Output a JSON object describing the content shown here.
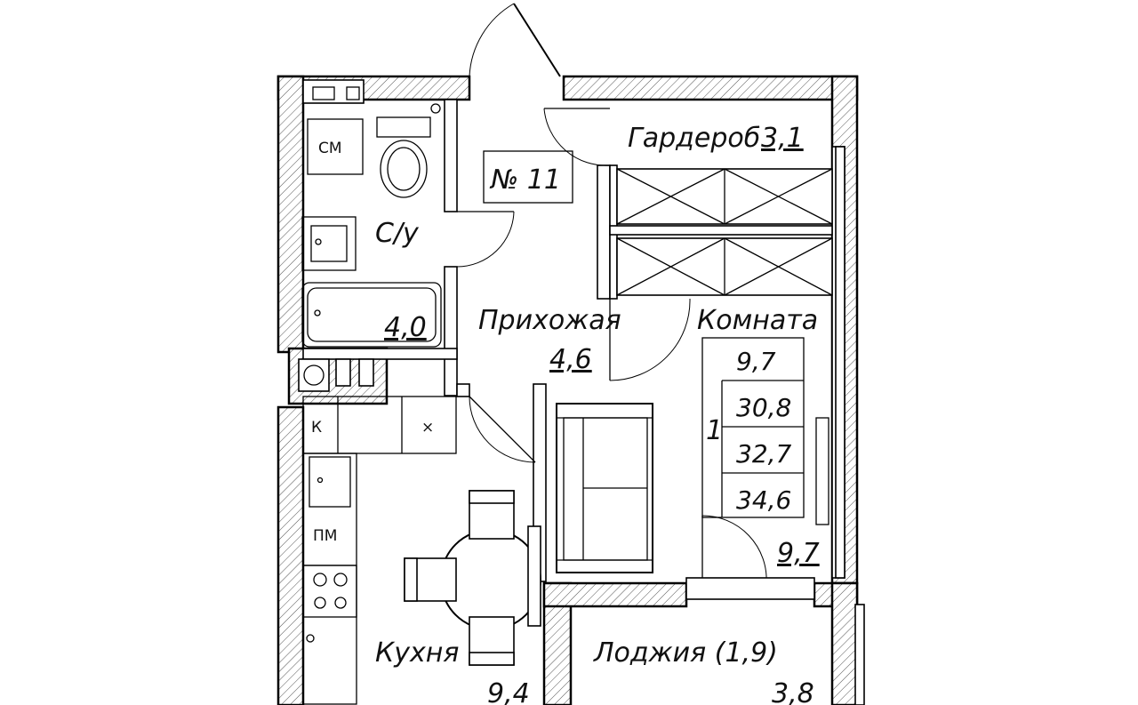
{
  "apartment": {
    "number": "№ 11"
  },
  "rooms": {
    "wardrobe": {
      "name": "Гардероб",
      "area": "3,1"
    },
    "bathroom": {
      "name": "С/у",
      "area": "4,0",
      "washer_label": "СМ"
    },
    "hallway": {
      "name": "Прихожая",
      "area": "4,6"
    },
    "room": {
      "name": "Комната",
      "area": "9,7"
    },
    "kitchen": {
      "name": "Кухня",
      "area": "9,4",
      "fridge_label": "К",
      "cabinet_label": "×",
      "dishwasher_label": "ПМ"
    },
    "loggia": {
      "name": "Лоджия (1,9)",
      "area": "3,8"
    }
  },
  "summary": {
    "rooms_count": "1",
    "values": [
      "9,7",
      "30,8",
      "32,7",
      "34,6"
    ]
  }
}
